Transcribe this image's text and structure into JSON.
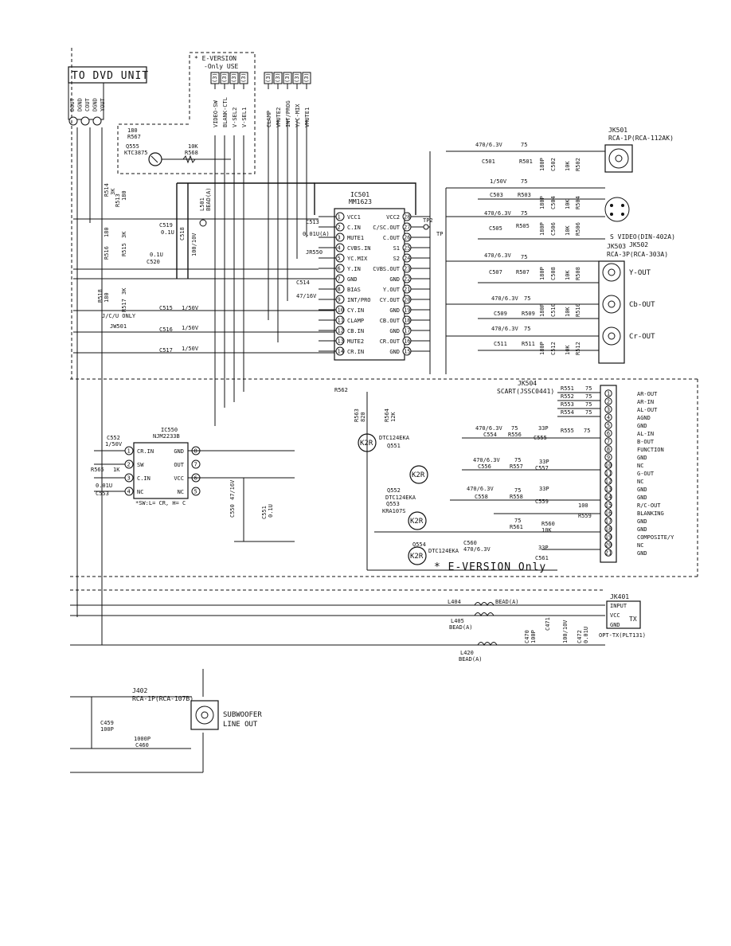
{
  "header": {
    "unit_label": "TO DVD UNIT",
    "top_pins": [
      "DOUT",
      "DGND",
      "COUT",
      "DGND",
      "YOUT"
    ]
  },
  "eversion": {
    "title": "* E-VERSION",
    "subtitle": "-Only USE",
    "footer": "* E-VERSION Only"
  },
  "control_lines": [
    "VIDEO-SW",
    "BLANK-CTL",
    "V-SEL2",
    "V-SEL1",
    "CLAMP",
    "VMUTE2",
    "INT/PROG",
    "Y/C-MIX",
    "VMUTE1"
  ],
  "line_pin_number": "(3)",
  "q555": {
    "ref": "Q555",
    "part": "KTC3875",
    "r567": "R567",
    "r567_val": "180",
    "r568": "R568",
    "r568_val": "10K"
  },
  "ic501": {
    "ref": "IC501",
    "part": "MM1623",
    "left_pins": [
      {
        "n": "1",
        "name": "VCC1"
      },
      {
        "n": "2",
        "name": "C.IN"
      },
      {
        "n": "3",
        "name": "MUTE1"
      },
      {
        "n": "4",
        "name": "CVBS.IN"
      },
      {
        "n": "5",
        "name": "YC.MIX"
      },
      {
        "n": "6",
        "name": "Y.IN"
      },
      {
        "n": "7",
        "name": "GND"
      },
      {
        "n": "8",
        "name": "BIAS"
      },
      {
        "n": "9",
        "name": "INT/PRO"
      },
      {
        "n": "10",
        "name": "CY.IN"
      },
      {
        "n": "11",
        "name": "CLAMP"
      },
      {
        "n": "12",
        "name": "CB.IN"
      },
      {
        "n": "13",
        "name": "MUTE2"
      },
      {
        "n": "14",
        "name": "CR.IN"
      }
    ],
    "right_pins": [
      {
        "n": "28",
        "name": "VCC2"
      },
      {
        "n": "27",
        "name": "C/SC.OUT"
      },
      {
        "n": "26",
        "name": "C.OUT"
      },
      {
        "n": "25",
        "name": "S1"
      },
      {
        "n": "24",
        "name": "S2"
      },
      {
        "n": "23",
        "name": "CVBS.OUT"
      },
      {
        "n": "22",
        "name": "GND"
      },
      {
        "n": "21",
        "name": "Y.OUT"
      },
      {
        "n": "20",
        "name": "CY.OUT"
      },
      {
        "n": "19",
        "name": "GND"
      },
      {
        "n": "18",
        "name": "CB.OUT"
      },
      {
        "n": "17",
        "name": "GND"
      },
      {
        "n": "16",
        "name": "CR.OUT"
      },
      {
        "n": "15",
        "name": "GND"
      }
    ],
    "tp2": "TP2",
    "tp": "TP"
  },
  "left_parts": {
    "r514": "R514",
    "r514_val": "3K",
    "r513": "R513",
    "r513_val": "180",
    "r516": "R516",
    "r516_val": "180",
    "r515": "R515",
    "r515_val": "3K",
    "r518": "R518",
    "r518_val": "180",
    "r517": "R517",
    "r517_val": "3K",
    "c519": "C519",
    "c519_val": "0.1U",
    "c518": "C518",
    "c518_val": "100/10V",
    "l501": "L501",
    "l501_val": "BEAD(A)",
    "c520": "C520",
    "c520_val": "0.1U",
    "c513": "C513",
    "c513_val": "0.01U(A)",
    "jr550": "JR550",
    "c514": "C514",
    "c514_val": "47/16V",
    "c515": "C515",
    "c515_val": "1/50V",
    "jc_only": "J/C/U ONLY",
    "jw501": "JW501",
    "c516": "C516",
    "c516_val": "1/50V",
    "c517": "C517",
    "c517_val": "1/50V"
  },
  "outputs": {
    "jk501": "JK501",
    "jk501_part": "RCA-1P(RCA-112AK)",
    "c501": "C501",
    "c501_val": "470/6.3V",
    "r501": "R501",
    "r501_val": "75",
    "c502": "C502",
    "c502_val": "180P",
    "r502": "R502",
    "r502_val": "10K",
    "c503": "C503",
    "c503_val": "1/50V",
    "r503": "R503",
    "r503_val": "75",
    "c504": "C504",
    "c504_val": "180P",
    "r504": "R504",
    "r504_val": "10K",
    "c505": "C505",
    "c505_val": "470/6.3V",
    "r505": "R505",
    "r505_val": "75",
    "c506": "C506",
    "c506_val": "180P",
    "r506": "R506",
    "r506_val": "10K",
    "jk502": "JK502",
    "jk502_part": "S VIDEO(DIN-402A)",
    "jk503": "JK503",
    "jk503_part": "RCA-3P(RCA-303A)",
    "c507": "C507",
    "c507_val": "470/6.3V",
    "r507": "R507",
    "r507_val": "75",
    "c508": "C508",
    "c508_val": "180P",
    "r508": "R508",
    "r508_val": "10K",
    "c509": "C509",
    "c509_val": "470/6.3V",
    "r509": "R509",
    "r509_val": "75",
    "c510": "C510",
    "c510_val": "180P",
    "r510": "R510",
    "r510_val": "10K",
    "c511": "C511",
    "c511_val": "470/6.3V",
    "r511": "R511",
    "r511_val": "75",
    "c512": "C512",
    "c512_val": "180P",
    "r512": "R512",
    "r512_val": "10K",
    "y_out": "Y-OUT",
    "cb_out": "Cb-OUT",
    "cr_out": "Cr-OUT"
  },
  "scart": {
    "ref": "JK504",
    "part": "SCART(JSSC0441)",
    "pins": [
      {
        "n": "1",
        "name": "AR-OUT"
      },
      {
        "n": "2",
        "name": "AR-IN"
      },
      {
        "n": "3",
        "name": "AL-OUT"
      },
      {
        "n": "4",
        "name": "AGND"
      },
      {
        "n": "5",
        "name": "GND"
      },
      {
        "n": "6",
        "name": "AL-IN"
      },
      {
        "n": "7",
        "name": "B-OUT"
      },
      {
        "n": "8",
        "name": "FUNCTION"
      },
      {
        "n": "9",
        "name": "GND"
      },
      {
        "n": "10",
        "name": "NC"
      },
      {
        "n": "11",
        "name": "G-OUT"
      },
      {
        "n": "12",
        "name": "NC"
      },
      {
        "n": "13",
        "name": "GND"
      },
      {
        "n": "14",
        "name": "GND"
      },
      {
        "n": "15",
        "name": "R/C-OUT"
      },
      {
        "n": "16",
        "name": "BLANKING"
      },
      {
        "n": "17",
        "name": "GND"
      },
      {
        "n": "18",
        "name": "GND"
      },
      {
        "n": "19",
        "name": "COMPOSITE/Y"
      },
      {
        "n": "20",
        "name": "NC"
      },
      {
        "n": "21",
        "name": "GND"
      }
    ],
    "res": [
      "R551",
      "R552",
      "R553",
      "R554"
    ],
    "res_val": "75",
    "r555": "R555",
    "r555_val": "75",
    "c554": "C554",
    "c554_val": "470/6.3V",
    "r556": "R556",
    "r556_val": "75",
    "c555": "C555",
    "c555_val": "33P",
    "c556": "C556",
    "c556_val": "470/6.3V",
    "r557": "R557",
    "r557_val": "75",
    "c557": "C557",
    "c557_val": "33P",
    "c558": "C558",
    "c558_val": "470/6.3V",
    "r558": "R558",
    "r558_val": "75",
    "c559": "C559",
    "c559_val": "33P",
    "r559": "R559",
    "r559_val": "100",
    "c560": "C560",
    "c560_val": "470/6.3V",
    "r561": "R561",
    "r561_val": "75",
    "r560": "R560",
    "r560_val": "10K",
    "c561": "C561",
    "c561_val": "33P"
  },
  "transistors": {
    "r562": "R562",
    "r563": "R563",
    "r563_val": "820",
    "r564": "R564",
    "r564_val": "12K",
    "q551": "Q551",
    "q551_part": "DTC124EKA",
    "q552": "Q552",
    "q552_part": "DTC124EKA",
    "q553": "Q553",
    "q553_part": "KRA107S",
    "q554": "Q554",
    "q554_part": "DTC124EKA",
    "mark": "K2R"
  },
  "ic550": {
    "ref": "IC550",
    "part": "NJM2233B",
    "left_pins": [
      {
        "n": "1",
        "name": "CR.IN"
      },
      {
        "n": "2",
        "name": "SW"
      },
      {
        "n": "3",
        "name": "C.IN"
      },
      {
        "n": "4",
        "name": "NC"
      }
    ],
    "right_pins": [
      {
        "n": "8",
        "name": "GND"
      },
      {
        "n": "7",
        "name": "OUT"
      },
      {
        "n": "6",
        "name": "VCC"
      },
      {
        "n": "5",
        "name": "NC"
      }
    ],
    "c552": "C552",
    "c552_val": "1/50V",
    "r565": "R565",
    "r565_val": "1K",
    "c553": "C553",
    "c553_val": "0.01U",
    "c550": "C550",
    "c550_val": "47/16V",
    "c551": "C551",
    "c551_val": "0.1U",
    "note": "*SW:L= CR, H= C"
  },
  "optical": {
    "l404": "L404",
    "l404_val": "BEAD(A)",
    "l405": "L405",
    "l405_val": "BEAD(A)",
    "l420": "L420",
    "l420_val": "BEAD(A)",
    "c470": "C470",
    "c470_val": "100P",
    "c471": "C471",
    "c_cap": "100/10V",
    "c472": "C472",
    "c472_val": "0.01U",
    "jk401": "JK401",
    "input": "INPUT",
    "vcc": "VCC",
    "gnd": "GND",
    "tx": "TX",
    "part": "OPT-TX(PLT131)"
  },
  "subwoofer": {
    "j402": "J402",
    "j402_part": "RCA-1P(RCA-107B)",
    "c459": "C459",
    "c459_val": "100P",
    "c460": "C460",
    "c460_val": "1000P",
    "label1": "SUBWOOFER",
    "label2": "LINE OUT"
  }
}
